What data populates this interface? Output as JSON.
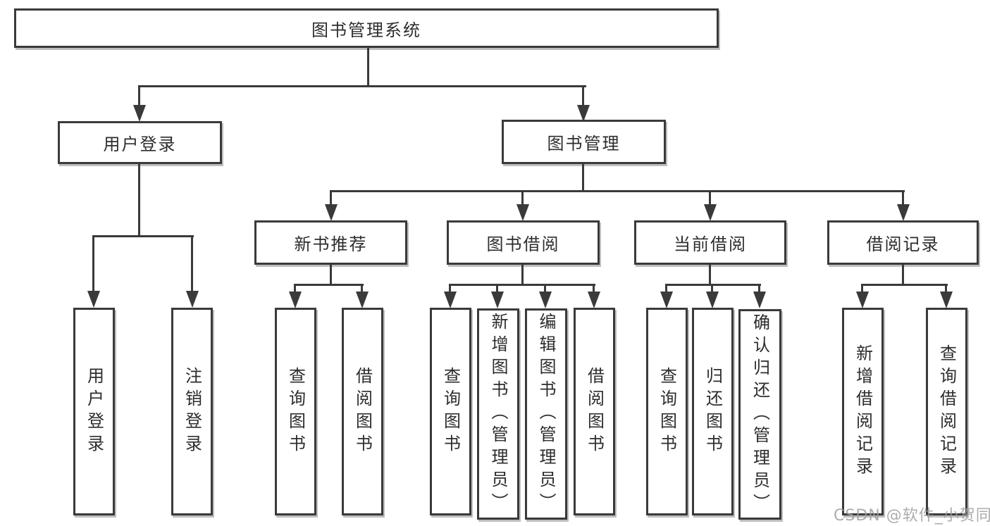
{
  "colors": {
    "line": "#3a3a3a",
    "text": "#2d2d2d",
    "background": "#ffffff",
    "watermark": "#9e9e9e"
  },
  "watermark": "CSDN @软件_小贺同学",
  "tree": {
    "root": {
      "label": "图书管理系统",
      "children": [
        {
          "label": "用户登录",
          "children": [
            {
              "label": "用户登录"
            },
            {
              "label": "注销登录"
            }
          ]
        },
        {
          "label": "图书管理",
          "children": [
            {
              "label": "新书推荐",
              "children": [
                {
                  "label": "查询图书"
                },
                {
                  "label": "借阅图书"
                }
              ]
            },
            {
              "label": "图书借阅",
              "children": [
                {
                  "label": "查询图书"
                },
                {
                  "label": "新增图书（管理员）"
                },
                {
                  "label": "编辑图书（管理员）"
                },
                {
                  "label": "借阅图书"
                }
              ]
            },
            {
              "label": "当前借阅",
              "children": [
                {
                  "label": "查询图书"
                },
                {
                  "label": "归还图书"
                },
                {
                  "label": "确认归还（管理员）"
                }
              ]
            },
            {
              "label": "借阅记录",
              "children": [
                {
                  "label": "新增借阅记录"
                },
                {
                  "label": "查询借阅记录"
                }
              ]
            }
          ]
        }
      ]
    }
  }
}
